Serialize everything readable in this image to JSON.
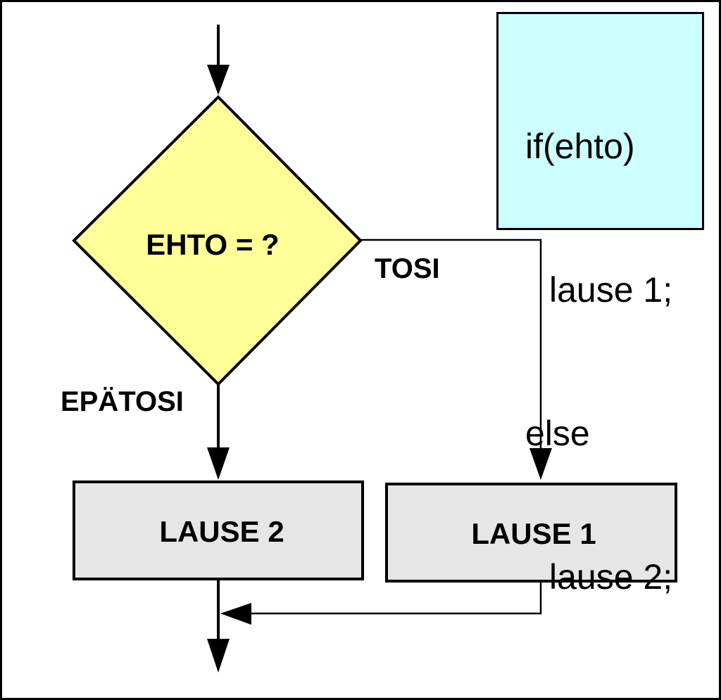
{
  "colors": {
    "decision_fill": "#ffff99",
    "process_fill": "#e6e6e6",
    "code_fill": "#ccffff",
    "stroke": "#000000"
  },
  "decision": {
    "label": "EHTO = ?"
  },
  "branches": {
    "true_label": "TOSI",
    "false_label": "EPÄTOSI"
  },
  "process": {
    "left_label": "LAUSE 2",
    "right_label": "LAUSE 1"
  },
  "code": {
    "lines": [
      "if(ehto)",
      "lause 1;",
      "else",
      "lause 2;"
    ]
  }
}
